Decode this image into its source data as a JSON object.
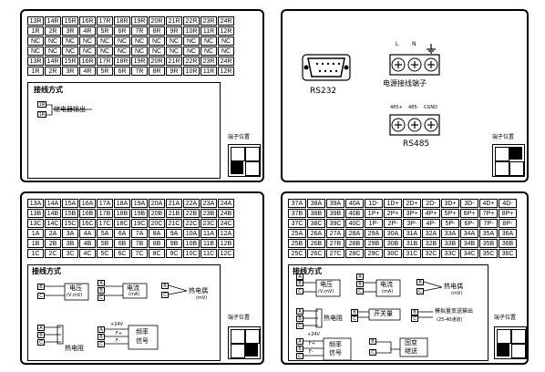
{
  "panel1": {
    "rows": [
      [
        "13R",
        "14R",
        "15R",
        "16R",
        "17R",
        "18R",
        "19R",
        "20R",
        "21R",
        "22R",
        "23R",
        "24R"
      ],
      [
        "1R",
        "2R",
        "3R",
        "4R",
        "5R",
        "6R",
        "7R",
        "8R",
        "9R",
        "10R",
        "11R",
        "12R"
      ],
      [
        "NC",
        "NC",
        "NC",
        "NC",
        "NC",
        "NC",
        "NC",
        "NC",
        "NC",
        "NC",
        "NC",
        "NC"
      ],
      [
        "NC",
        "NC",
        "NC",
        "NC",
        "NC",
        "NC",
        "NC",
        "NC",
        "NC",
        "NC",
        "NC",
        "NC"
      ],
      [
        "13R",
        "14R",
        "15R",
        "16R",
        "17R",
        "18R",
        "19R",
        "20R",
        "21R",
        "22R",
        "23R",
        "24R"
      ],
      [
        "1R",
        "2R",
        "3R",
        "4R",
        "5R",
        "6R",
        "7R",
        "8R",
        "9R",
        "10R",
        "11R",
        "12R"
      ]
    ],
    "wiring_title": "接线方式",
    "relay_terminal_a": "1R",
    "relay_terminal_b": "1R",
    "relay_label": "继电器输出",
    "position_label": "端子位置"
  },
  "panel2": {
    "rs232_label": "RS232",
    "L": "L",
    "N": "N",
    "power_label": "电源接线端子",
    "t485p": "485+",
    "t485m": "485-",
    "tcgnd": "CGND",
    "rs485_label": "RS485",
    "position_label": "端子位置"
  },
  "panel3": {
    "rows": [
      [
        "13A",
        "14A",
        "15A",
        "16A",
        "17A",
        "18A",
        "19A",
        "20A",
        "21A",
        "22A",
        "23A",
        "24A"
      ],
      [
        "13B",
        "14B",
        "15B",
        "16B",
        "17B",
        "18B",
        "19B",
        "20B",
        "21B",
        "22B",
        "23B",
        "24B"
      ],
      [
        "13C",
        "14C",
        "15C",
        "16C",
        "17C",
        "18C",
        "19C",
        "20C",
        "21C",
        "22C",
        "23C",
        "24C"
      ],
      [
        "1A",
        "2A",
        "3A",
        "4A",
        "5A",
        "6A",
        "7A",
        "8A",
        "9A",
        "10A",
        "11A",
        "12A"
      ],
      [
        "1B",
        "2B",
        "3B",
        "4B",
        "5B",
        "6B",
        "7B",
        "8B",
        "9B",
        "10B",
        "11B",
        "12B"
      ],
      [
        "1C",
        "2C",
        "3C",
        "4C",
        "5C",
        "6C",
        "7C",
        "8C",
        "9C",
        "10C",
        "11C",
        "12C"
      ]
    ],
    "wiring_title": "接线方式",
    "voltage": "电压",
    "voltage_unit": "(V,mV)",
    "current": "电流",
    "current_unit": "(mA)",
    "thermocouple": "热电偶",
    "thermocouple_unit": "(mV)",
    "rtd": "热电阻",
    "freq": "频率",
    "signal": "信号",
    "v24": "+24V",
    "fplus": "F+",
    "fminus": "F-",
    "A": "A",
    "B": "B",
    "C": "C",
    "position_label": "端子位置"
  },
  "panel4": {
    "rows": [
      [
        "37A",
        "38A",
        "39A",
        "40A",
        "1D-",
        "1D+",
        "2D+",
        "2D-",
        "3D+",
        "3D-",
        "4D+",
        "4D-"
      ],
      [
        "37B",
        "38B",
        "39B",
        "40B",
        "1P+",
        "2P+",
        "3P+",
        "4P+",
        "5P+",
        "6P+",
        "7P+",
        "8P+"
      ],
      [
        "37C",
        "38C",
        "39C",
        "40C",
        "1P-",
        "2P-",
        "3P-",
        "4P-",
        "5P-",
        "6P-",
        "7P-",
        "8P-"
      ],
      [
        "25A",
        "26A",
        "27A",
        "28A",
        "29A",
        "30A",
        "31A",
        "32A",
        "33A",
        "34A",
        "35A",
        "36A"
      ],
      [
        "25B",
        "26B",
        "27B",
        "28B",
        "29B",
        "30B",
        "31B",
        "32B",
        "33B",
        "34B",
        "35B",
        "36B"
      ],
      [
        "25C",
        "26C",
        "27C",
        "28C",
        "29C",
        "30C",
        "31C",
        "32C",
        "33C",
        "34C",
        "35C",
        "36C"
      ]
    ],
    "wiring_title": "接线方式",
    "voltage": "电压",
    "voltage_unit": "(V,mV)",
    "current": "电流",
    "current_unit": "(mA)",
    "thermocouple": "热电偶",
    "thermocouple_unit": "(mV)",
    "rtd": "热电阻",
    "switch": "开关量",
    "analog_out": "模拟量变送输出",
    "analog_out_sub": "(25-40通道)",
    "freq": "频率",
    "signal": "信号",
    "v24": "+24V",
    "fplus": "F+",
    "fminus": "F-",
    "relay": "固变",
    "relay2": "继送",
    "A": "A",
    "B": "B",
    "C": "C",
    "position_label": "端子位置"
  }
}
